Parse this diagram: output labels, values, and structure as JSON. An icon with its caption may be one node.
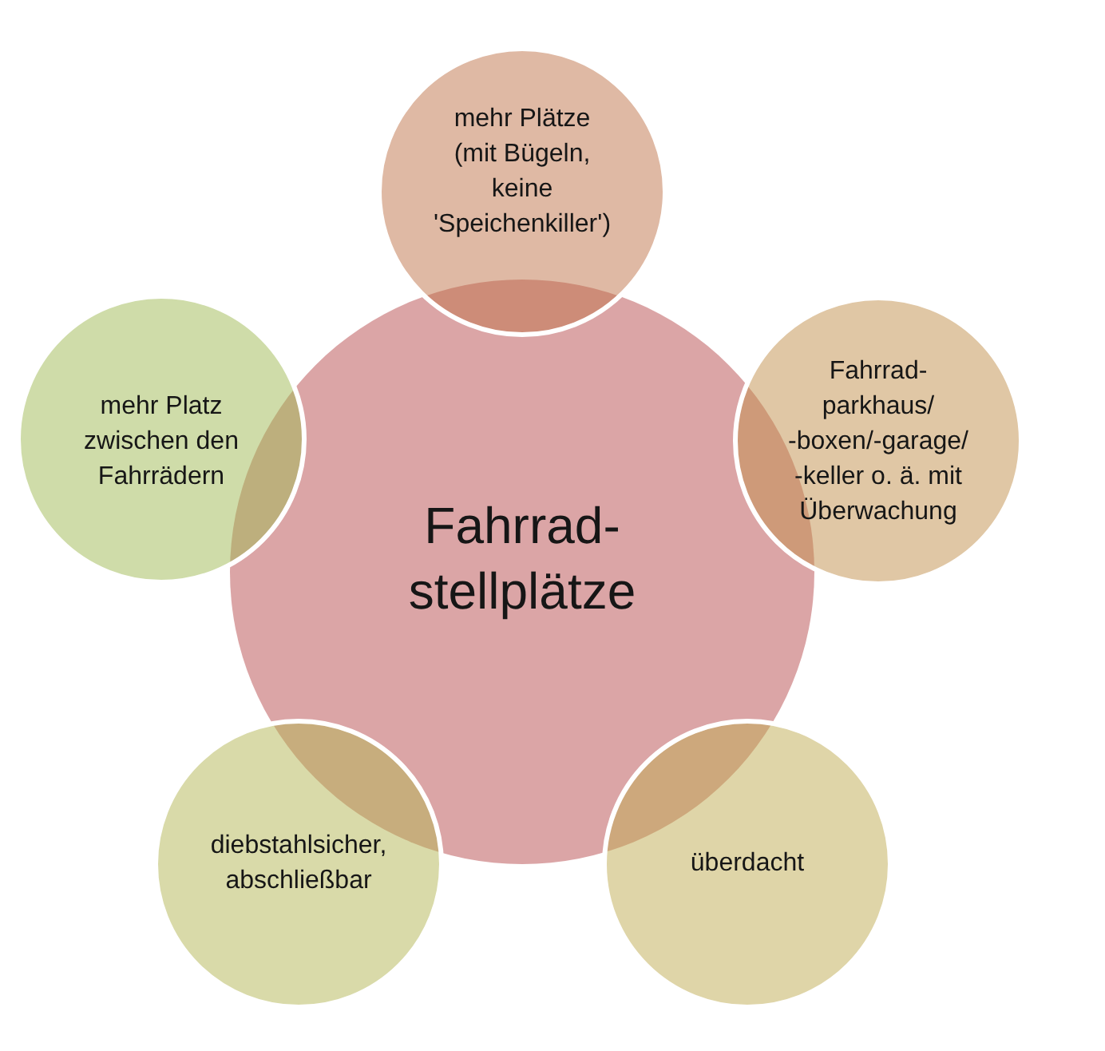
{
  "diagram": {
    "nodes": [
      {
        "text": [
          "Fahrrad- stellplätze"
        ]
      },
      {
        "text": [
          "mehr Plätze (mit Bügeln, keine 'Speichenkiller')"
        ]
      },
      {
        "text": [
          "Fahrrad- parkhaus/ -boxen/-garage/ -keller o. ä. mit Überwachung"
        ]
      },
      {
        "text": [
          "überdacht"
        ]
      },
      {
        "text": [
          "diebstahlsicher, abschließbar"
        ]
      },
      {
        "text": [
          "mehr Platz zwischen den Fahrrädern"
        ]
      }
    ]
  }
}
